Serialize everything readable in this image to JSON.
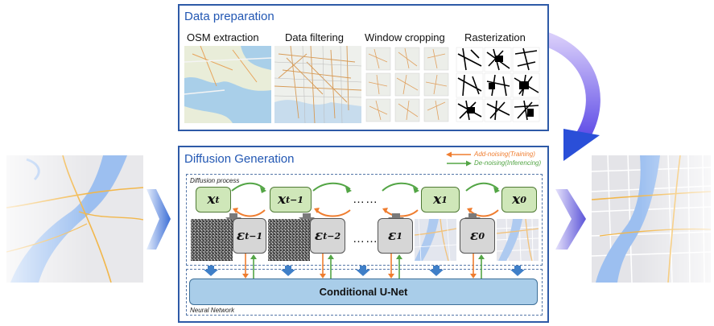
{
  "data_preparation": {
    "title": "Data preparation",
    "steps": [
      {
        "label": "OSM extraction"
      },
      {
        "label": "Data filtering"
      },
      {
        "label": "Window cropping"
      },
      {
        "label": "Rasterization"
      }
    ]
  },
  "diffusion_generation": {
    "title": "Diffusion Generation",
    "process_label": "Diffusion process",
    "network_label": "Neural Network",
    "unet_label": "Conditional U-Net",
    "legend": {
      "add_noising": "Add-noising(Training)",
      "de_noising": "De-noising(Inferencing)"
    },
    "states": [
      {
        "base": "x",
        "sub": "t"
      },
      {
        "base": "x",
        "sub": "t−1"
      },
      {
        "base": "x",
        "sub": "1"
      },
      {
        "base": "x",
        "sub": "0"
      }
    ],
    "noises": [
      {
        "base": "ε",
        "sub": "t−1"
      },
      {
        "base": "ε",
        "sub": "t−2"
      },
      {
        "base": "ε",
        "sub": "1"
      },
      {
        "base": "ε",
        "sub": "0"
      }
    ],
    "ellipsis": "……"
  },
  "colors": {
    "panel_border": "#2e5aa7",
    "title_blue": "#2257b3",
    "add_noising_orange": "#ef7d2f",
    "de_noising_green": "#53a545",
    "state_green": "#cfe7b9",
    "noise_gray": "#d6d6d6",
    "unet_blue": "#a9cde9",
    "down_arrow_blue": "#3f7fc8"
  }
}
